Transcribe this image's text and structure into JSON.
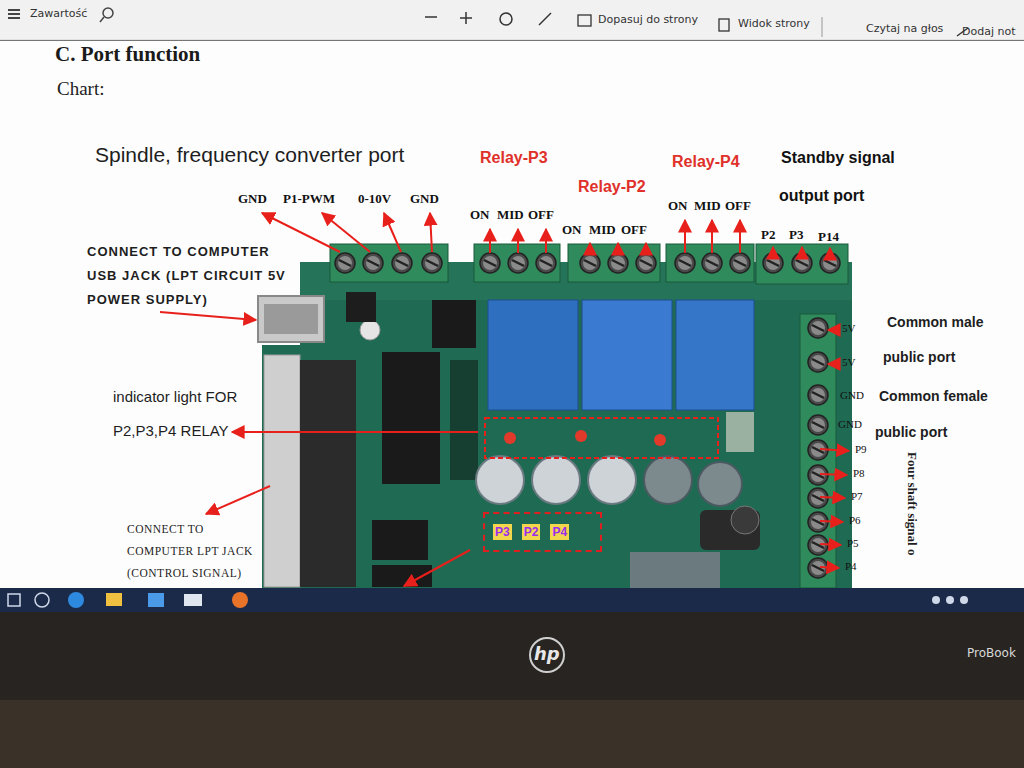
{
  "diagram": {
    "title": "C. Port function",
    "nodes": [
      {
        "text": [
          "P3",
          "P2",
          "P4"
        ]
      }
    ],
    "labels": [
      "Zawartość",
      "Dopasuj do strony",
      "Widok strony",
      "Czytaj na głos",
      "Dodaj not",
      "Chart:",
      "Spindle, frequency converter port",
      "Relay-P3",
      "Relay-P2",
      "Relay-P4",
      "Standby signal",
      "output port",
      "GND",
      "P1-PWM",
      "0-10V",
      "GND",
      "ON",
      "MID",
      "OFF",
      "ON",
      "MID",
      "OFF",
      "ON",
      "MID",
      "OFF",
      "P2",
      "P3",
      "P14",
      "CONNECT TO COMPUTER USB JACK (LPT CIRCUIT 5V POWER SUPPLY)",
      "5V",
      "5V",
      "GND",
      "GND",
      "Common male",
      "public port",
      "Common female",
      "public port",
      "P9",
      "P8",
      "P7",
      "P6",
      "P5",
      "P4",
      "Four shaft signal o",
      "indicator light FOR P2,P3,P4 RELAY",
      "CONNECT TO COMPUTER LPT JACK (CONTROL SIGNAL)",
      "hp",
      "ProBook"
    ]
  }
}
